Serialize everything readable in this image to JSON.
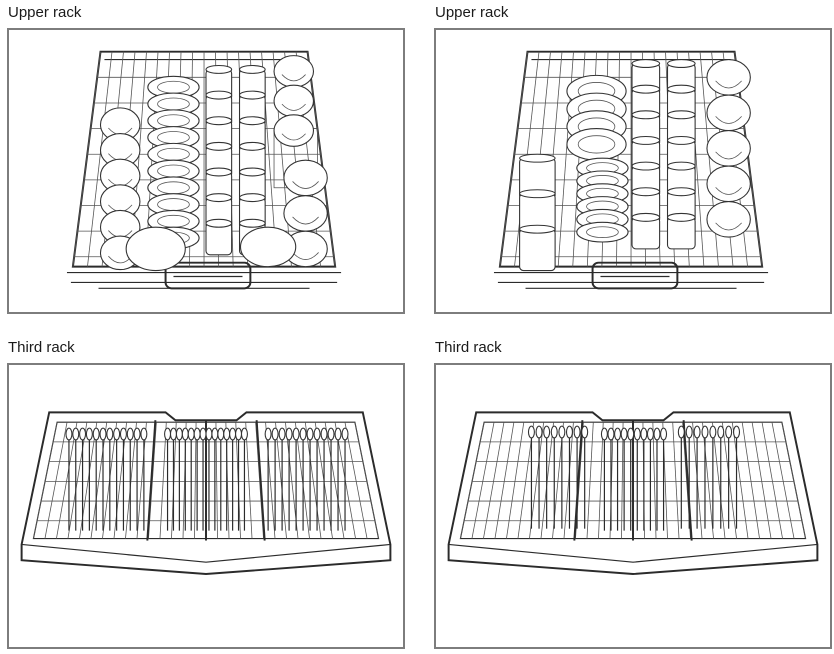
{
  "panels": [
    {
      "title": "Upper rack",
      "kind": "upper",
      "layout": "cups-plates-glasses-cups"
    },
    {
      "title": "Upper rack",
      "kind": "upper",
      "layout": "glasses-plates-glasses-cups"
    },
    {
      "title": "Third rack",
      "kind": "third",
      "layout": "cutlery-full"
    },
    {
      "title": "Third rack",
      "kind": "third",
      "layout": "cutlery-centered"
    }
  ]
}
